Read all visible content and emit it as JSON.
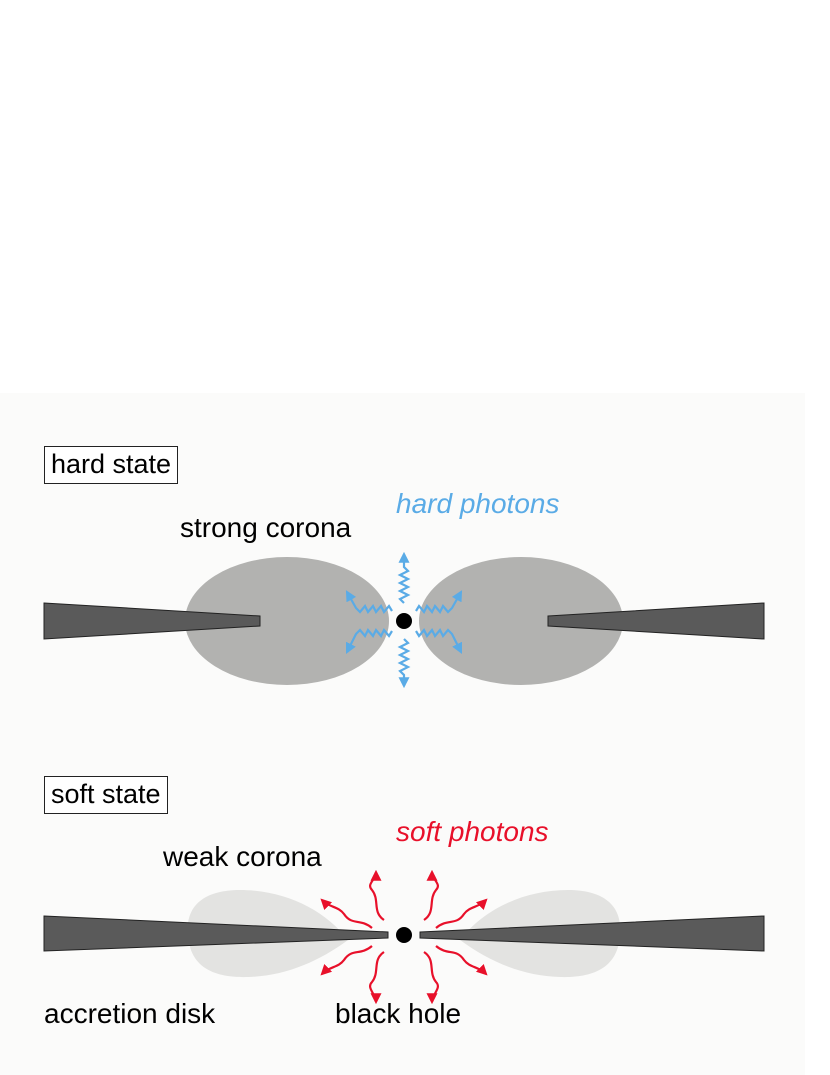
{
  "hard_state": {
    "box_label": "hard state",
    "corona_label": "strong corona",
    "photons_label": "hard photons",
    "photon_color": "#5aabe6",
    "corona_color": "#b2b2b0"
  },
  "soft_state": {
    "box_label": "soft state",
    "corona_label": "weak corona",
    "photons_label": "soft photons",
    "photon_color": "#e8102a",
    "corona_color": "#e3e3e1"
  },
  "labels": {
    "accretion_disk": "accretion disk",
    "black_hole": "black hole"
  },
  "colors": {
    "disk": "#5a5a5a",
    "black_hole": "#000000",
    "panel_background": "#fbfbfa"
  }
}
